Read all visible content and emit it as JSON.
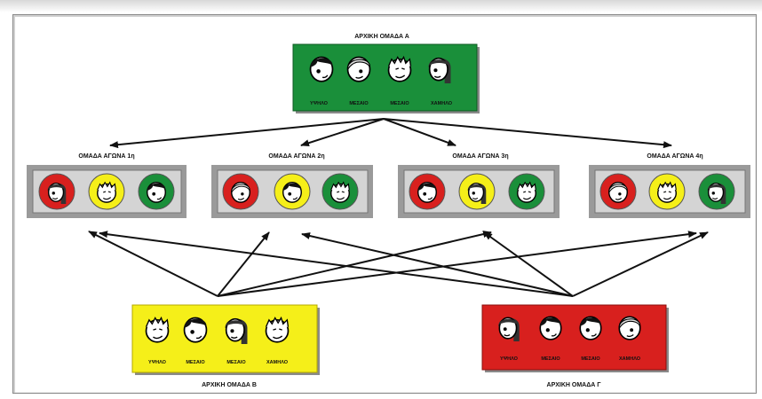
{
  "groupA": {
    "title": "ΑΡΧΙΚΗ ΟΜΑΔΑ   Α",
    "labels": [
      "ΥΨΗΛΟ",
      "ΜΕΣΑΙΟ",
      "ΜΕΣΑΙΟ",
      "ΧΑΜΗΛΟ"
    ],
    "color": "#1a8f3a"
  },
  "groupB": {
    "title": "ΑΡΧΙΚΗ ΟΜΑΔΑ   Β",
    "labels": [
      "ΥΨΗΛΟ",
      "ΜΕΣΑΙΟ",
      "ΜΕΣΑΙΟ",
      "ΧΑΜΗΛΟ"
    ],
    "color": "#f5ef19"
  },
  "groupC": {
    "title": "ΑΡΧΙΚΗ ΟΜΑΔΑ   Γ",
    "labels": [
      "ΥΨΗΛΟ",
      "ΜΕΣΑΙΟ",
      "ΜΕΣΑΙΟ",
      "ΧΑΜΗΛΟ"
    ],
    "color": "#d8201e"
  },
  "matchTeams": [
    {
      "title": "ΟΜΑΔΑ ΑΓΩΝΑ 1η",
      "circles": [
        "#d8201e",
        "#f5ef19",
        "#1a8f3a"
      ]
    },
    {
      "title": "ΟΜΑΔΑ ΑΓΩΝΑ 2η",
      "circles": [
        "#d8201e",
        "#f5ef19",
        "#1a8f3a"
      ]
    },
    {
      "title": "ΟΜΑΔΑ ΑΓΩΝΑ 3η",
      "circles": [
        "#d8201e",
        "#f5ef19",
        "#1a8f3a"
      ]
    },
    {
      "title": "ΟΜΑΔΑ ΑΓΩΝΑ 4η",
      "circles": [
        "#d8201e",
        "#f5ef19",
        "#1a8f3a"
      ]
    }
  ],
  "colors": {
    "panel_gray": "#c8c8c8",
    "arrow": "#111111"
  }
}
